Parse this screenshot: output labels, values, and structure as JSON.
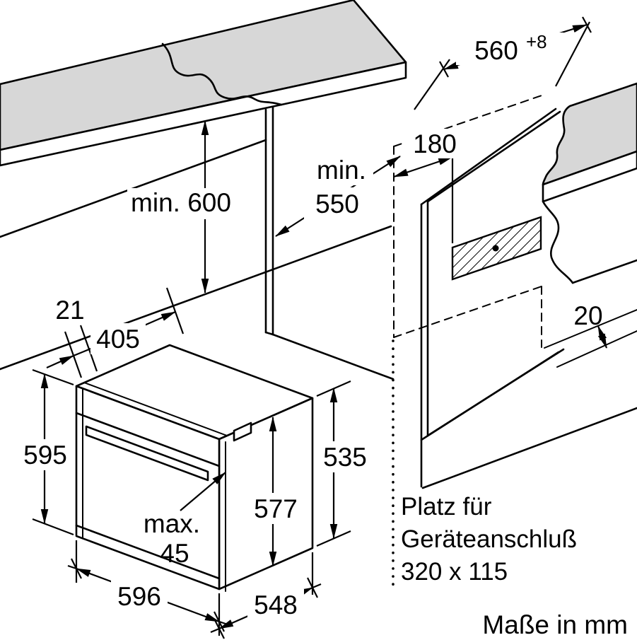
{
  "labels": {
    "niche_width": "560",
    "niche_width_tol": "+8",
    "connection_offset": "180",
    "niche_depth_min": "min.",
    "niche_depth": "550",
    "niche_height": "min. 600",
    "front_overhang": "21",
    "body_inset": "405",
    "rear_gap": "20",
    "oven_height": "595",
    "oven_rear_height": "535",
    "oven_body_height": "577",
    "handle_max": "max.",
    "handle_value": "45",
    "oven_width": "596",
    "oven_depth": "548"
  },
  "connection_note": {
    "line1": "Platz für",
    "line2": "Geräteanschluß",
    "line3": "320 x 115"
  },
  "footer": {
    "units_note": "Maße in mm"
  },
  "colors": {
    "line": "#000000",
    "worktop_fill": "#d7d7d7",
    "background": "#ffffff"
  }
}
